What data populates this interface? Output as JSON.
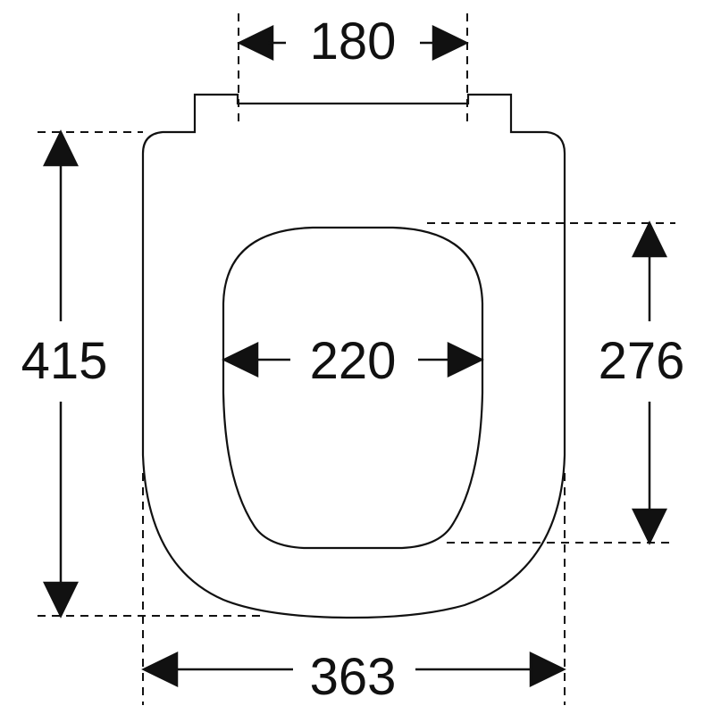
{
  "title": "Toilet seat dimensions",
  "dimensions": {
    "hinge_spacing": "180",
    "inner_width": "220",
    "overall_length": "415",
    "inner_length": "276",
    "overall_width": "363"
  },
  "colors": {
    "line": "#111111",
    "background": "#ffffff"
  }
}
